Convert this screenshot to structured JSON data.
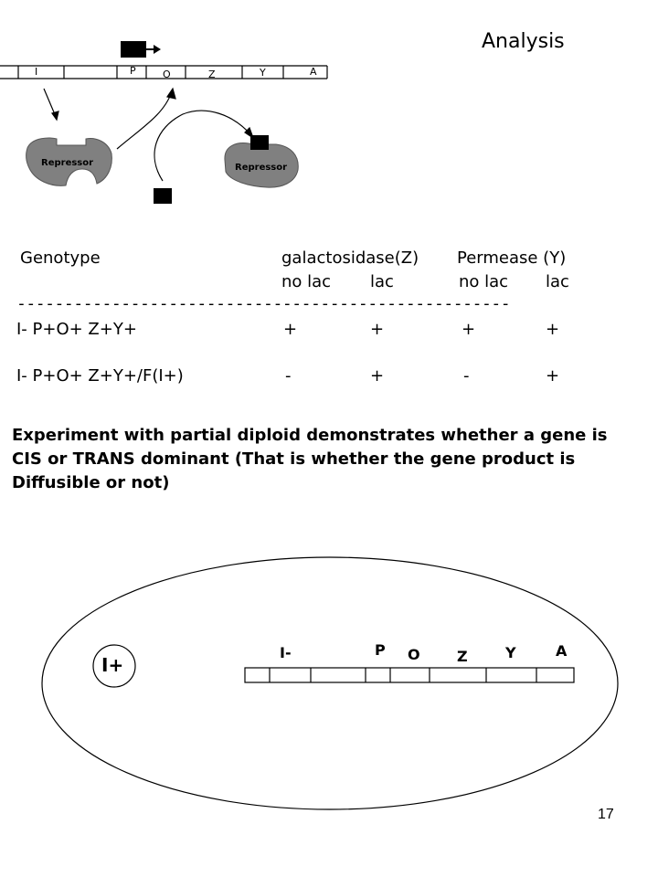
{
  "slide": {
    "title": "Analysis",
    "page_number": "17"
  },
  "operon_top": {
    "genes": [
      "I",
      "P",
      "O",
      "Z",
      "Y",
      "A"
    ],
    "repressor_left_label": "Repressor",
    "repressor_right_label": "Repressor"
  },
  "table": {
    "col_genotype": "Genotype",
    "col_gal": "galactosidase(Z)",
    "col_perm": "Permease (Y)",
    "sub_nolac_1": "no lac",
    "sub_lac_1": "lac",
    "sub_nolac_2": "no lac",
    "sub_lac_2": "lac",
    "divider": "----------------------------------------------------",
    "rows": [
      {
        "genotype": "I- P+O+ Z+Y+",
        "v": [
          "+",
          "+",
          "+",
          "+"
        ]
      },
      {
        "genotype": "I- P+O+ Z+Y+/F(I+)",
        "v": [
          "-",
          "+",
          "-",
          "+"
        ]
      }
    ]
  },
  "paragraph": {
    "line1": "Experiment with partial diploid demonstrates whether a gene is",
    "line2": "CIS or TRANS dominant (That is whether the gene product is",
    "line3": "Diffusible or not)"
  },
  "cell": {
    "plasmid_label": "I+",
    "genes": [
      "I-",
      "P",
      "O",
      "Z",
      "Y",
      "A"
    ]
  }
}
